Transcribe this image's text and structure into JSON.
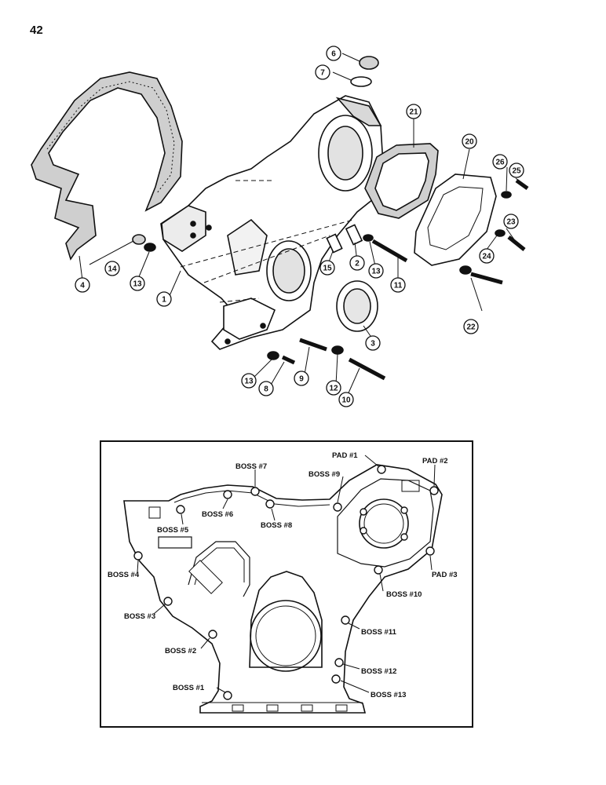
{
  "page_number": "42",
  "exploded_view": {
    "callouts": [
      "1",
      "2",
      "3",
      "4",
      "6",
      "7",
      "8",
      "9",
      "10",
      "11",
      "12",
      "13",
      "13",
      "13",
      "14",
      "15",
      "20",
      "21",
      "22",
      "23",
      "24",
      "25",
      "26"
    ]
  },
  "boss_diagram": {
    "labels": [
      "PAD #1",
      "PAD #2",
      "PAD #3",
      "BOSS #1",
      "BOSS #2",
      "BOSS #3",
      "BOSS #4",
      "BOSS #5",
      "BOSS #6",
      "BOSS #7",
      "BOSS #8",
      "BOSS #9",
      "BOSS #10",
      "BOSS #11",
      "BOSS #12",
      "BOSS #13"
    ]
  }
}
